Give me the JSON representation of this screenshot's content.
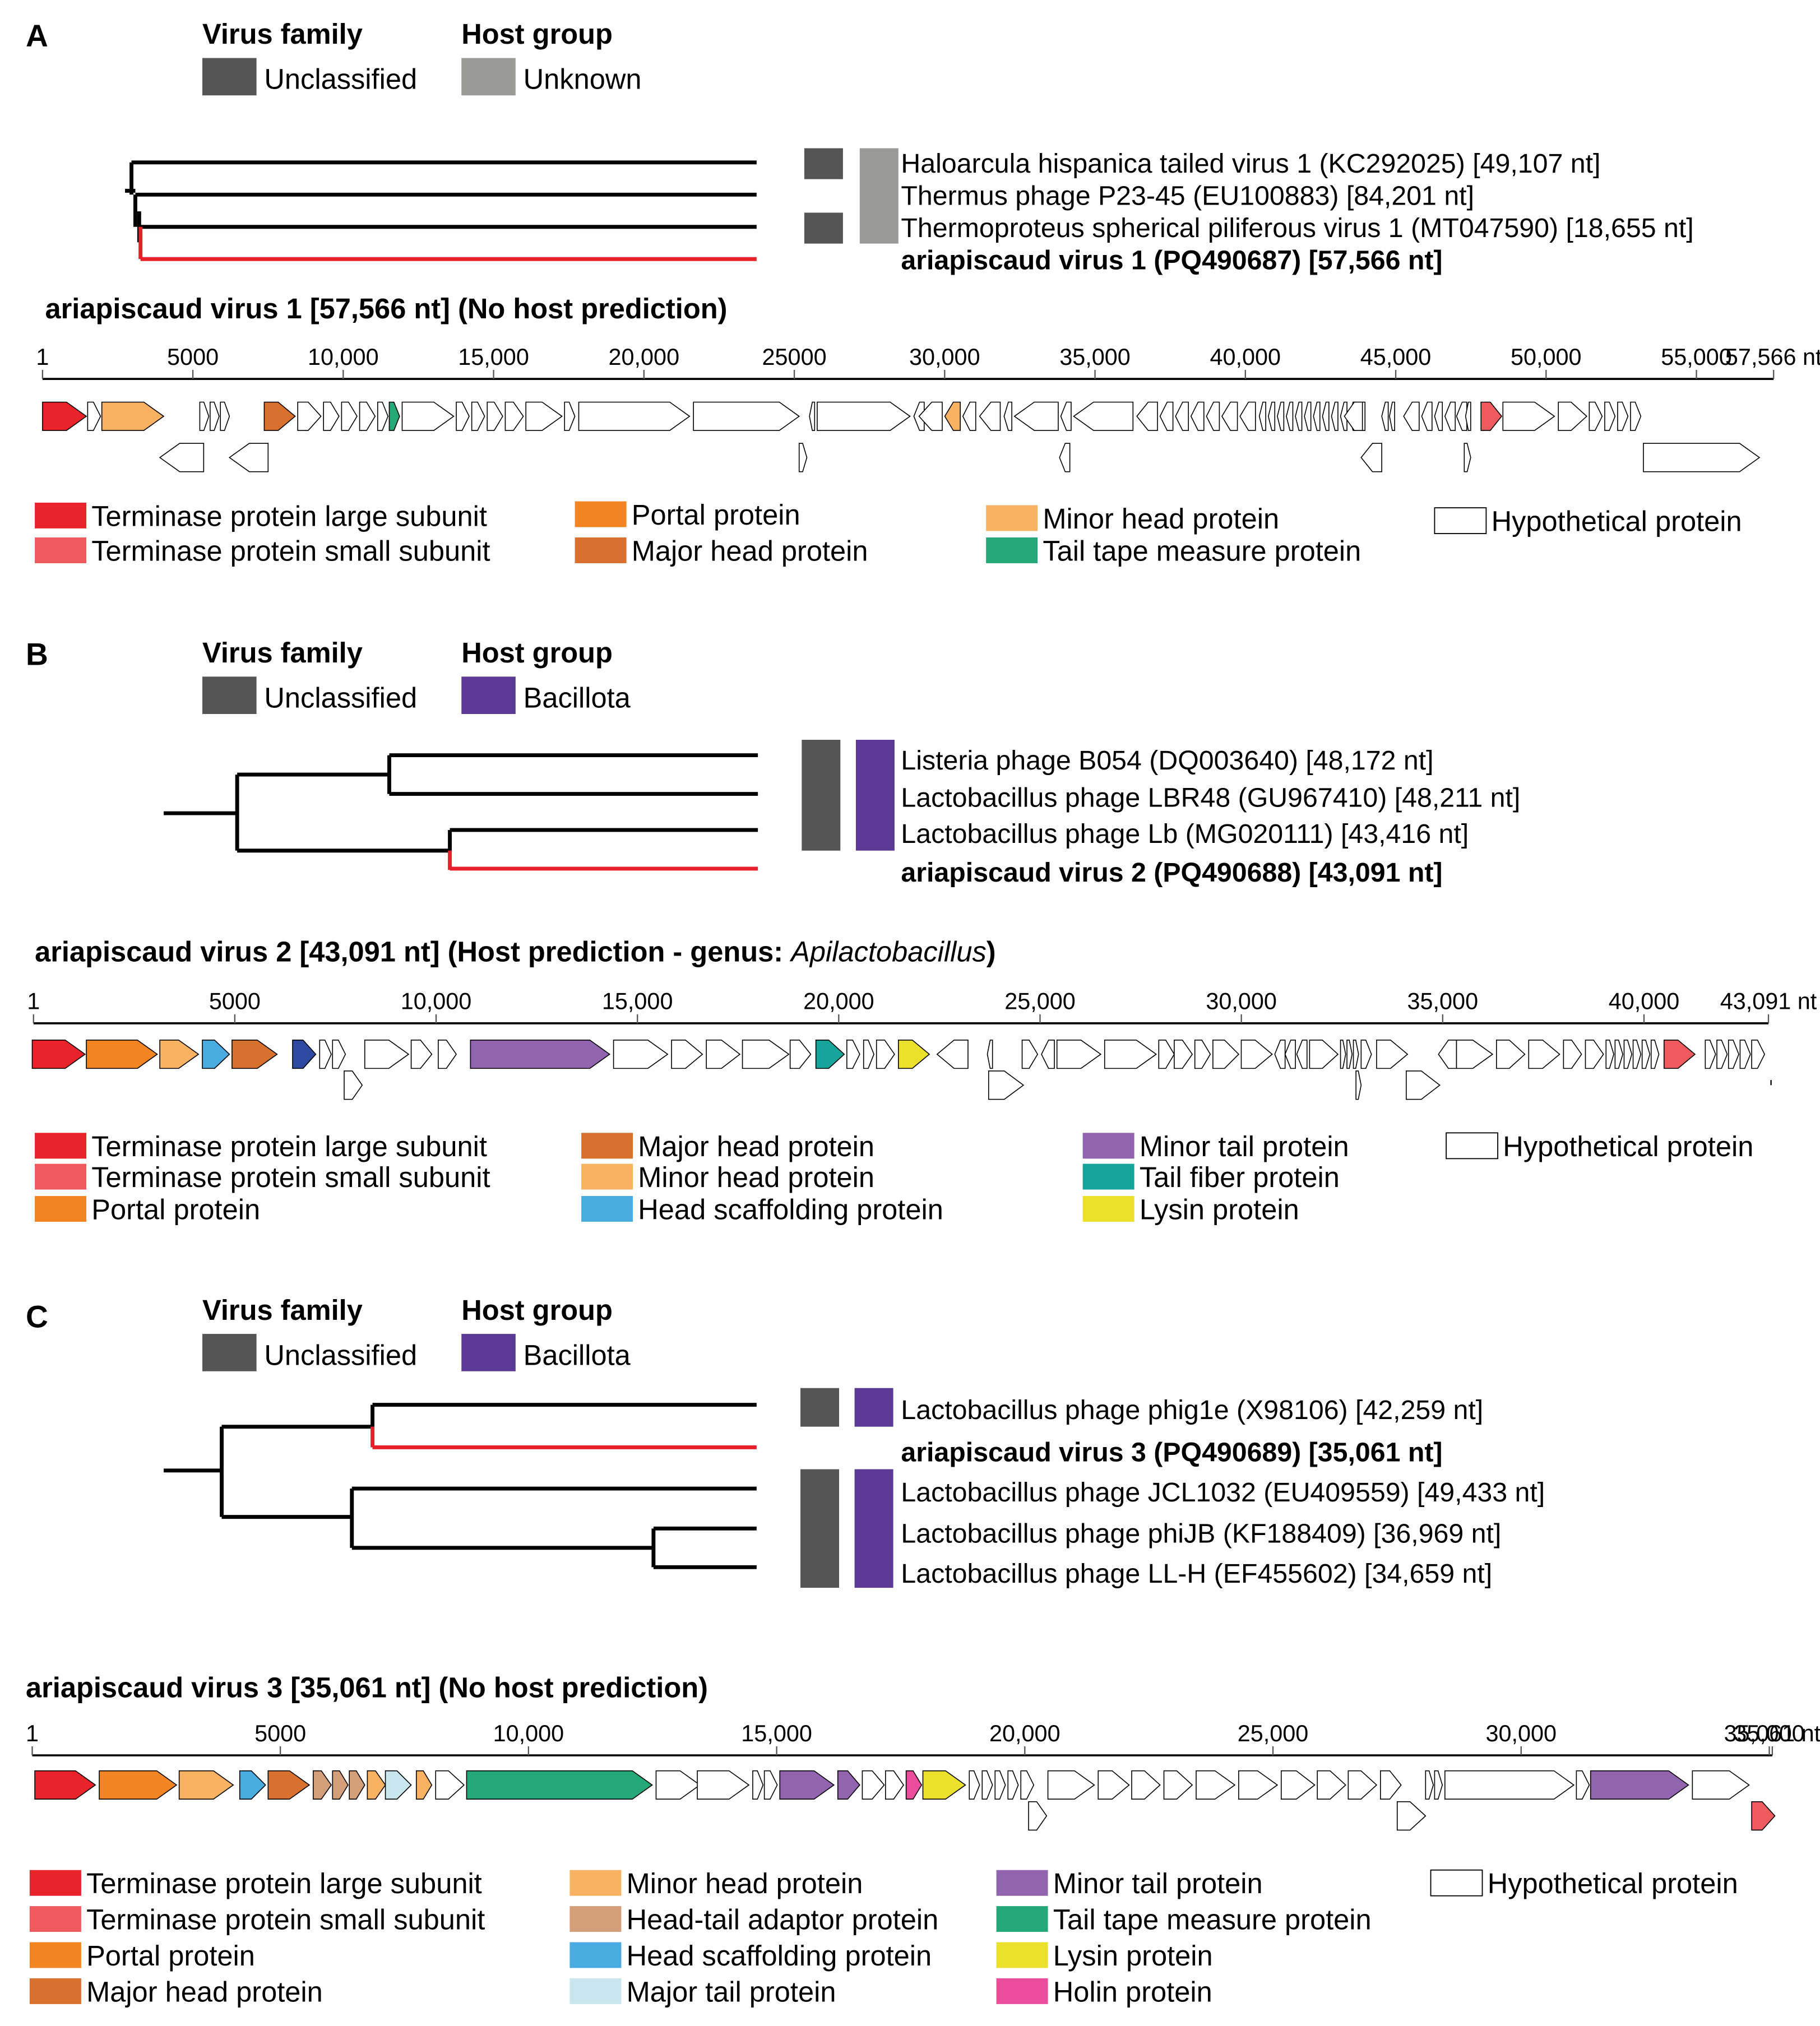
{
  "colors": {
    "unclassified": "#555555",
    "unknown": "#9a9a98",
    "bacillota": "#5b3a96",
    "red_branch": "#e8202a",
    "tls": "#e8232a",
    "tss": "#ef5a5f",
    "portal": "#f28422",
    "major_head": "#d8702e",
    "minor_head": "#f8b261",
    "ttm": "#25a877",
    "head_scaffold": "#4aabe0",
    "minor_tail": "#9263ae",
    "tail_fiber": "#17a59b",
    "lysin": "#ebe02b",
    "head_tail_adaptor": "#d49e78",
    "major_tail": "#c9e6ef",
    "holin": "#eb4d9c",
    "dark_blue": "#2e4aa0",
    "hypothetical": "#ffffff",
    "line": "#000000",
    "axis": "#555555"
  },
  "panels": [
    {
      "letter": "A",
      "virus_family_label": "Virus family",
      "virus_family_value": "Unclassified",
      "host_group_label": "Host group",
      "host_group_value": "Unknown",
      "host_color_key": "unknown",
      "taxa": [
        {
          "label": "Haloarcula hispanica tailed virus 1 (KC292025) [49,107 nt]",
          "bold": false
        },
        {
          "label": "Thermus phage P23-45 (EU100883) [84,201 nt]",
          "bold": false
        },
        {
          "label": "Thermoproteus spherical piliferous virus 1 (MT047590) [18,655 nt]",
          "bold": false
        },
        {
          "label": "ariapiscaud virus 1 (PQ490687) [57,566 nt]",
          "bold": true
        }
      ],
      "genome_title": "ariapiscaud virus 1 [57,566 nt] (No host prediction)",
      "genome_title_parts": [],
      "axis": {
        "genome_length": 57566,
        "ticks": [
          {
            "label": "1",
            "value": 1
          },
          {
            "label": "5000",
            "value": 5000
          },
          {
            "label": "10,000",
            "value": 10000
          },
          {
            "label": "15,000",
            "value": 15000
          },
          {
            "label": "20,000",
            "value": 20000
          },
          {
            "label": "25000",
            "value": 25000
          },
          {
            "label": "30,000",
            "value": 30000
          },
          {
            "label": "35,000",
            "value": 35000
          },
          {
            "label": "40,000",
            "value": 40000
          },
          {
            "label": "45,000",
            "value": 45000
          },
          {
            "label": "50,000",
            "value": 50000
          },
          {
            "label": "55,000",
            "value": 55000
          },
          {
            "label": "57,566 nt",
            "value": 57566
          }
        ]
      },
      "legend": [
        {
          "label": "Terminase protein large subunit",
          "color": "tls"
        },
        {
          "label": "Terminase protein small subunit",
          "color": "tss"
        },
        {
          "label": "Portal protein",
          "color": "portal"
        },
        {
          "label": "Major head protein",
          "color": "major_head"
        },
        {
          "label": "Minor head protein",
          "color": "minor_head"
        },
        {
          "label": "Tail tape measure protein",
          "color": "ttm"
        },
        {
          "label": "Hypothetical protein",
          "color": "hypothetical"
        }
      ]
    },
    {
      "letter": "B",
      "virus_family_label": "Virus family",
      "virus_family_value": "Unclassified",
      "host_group_label": "Host group",
      "host_group_value": "Bacillota",
      "host_color_key": "bacillota",
      "taxa": [
        {
          "label": "Listeria phage B054 (DQ003640) [48,172 nt]",
          "bold": false
        },
        {
          "label": "Lactobacillus phage LBR48 (GU967410) [48,211 nt]",
          "bold": false
        },
        {
          "label": "Lactobacillus phage Lb (MG020111) [43,416 nt]",
          "bold": false
        },
        {
          "label": "ariapiscaud virus 2 (PQ490688) [43,091 nt]",
          "bold": true
        }
      ],
      "genome_title": "",
      "genome_title_parts": [
        {
          "text": "ariapiscaud virus 2  [43,091 nt] (Host prediction - genus: ",
          "style": "b"
        },
        {
          "text": "Apilactobacillus",
          "style": "i"
        },
        {
          "text": ")",
          "style": "b"
        }
      ],
      "axis": {
        "genome_length": 43091,
        "ticks": [
          {
            "label": "1",
            "value": 1
          },
          {
            "label": "5000",
            "value": 5000
          },
          {
            "label": "10,000",
            "value": 10000
          },
          {
            "label": "15,000",
            "value": 15000
          },
          {
            "label": "20,000",
            "value": 20000
          },
          {
            "label": "25,000",
            "value": 25000
          },
          {
            "label": "30,000",
            "value": 30000
          },
          {
            "label": "35,000",
            "value": 35000
          },
          {
            "label": "40,000",
            "value": 40000
          },
          {
            "label": "43,091 nt",
            "value": 43091
          }
        ]
      },
      "legend": [
        {
          "label": "Terminase protein large subunit",
          "color": "tls"
        },
        {
          "label": "Terminase protein small subunit",
          "color": "tss"
        },
        {
          "label": "Portal protein",
          "color": "portal"
        },
        {
          "label": "Major head protein",
          "color": "major_head"
        },
        {
          "label": "Minor head protein",
          "color": "minor_head"
        },
        {
          "label": "Head scaffolding protein",
          "color": "head_scaffold"
        },
        {
          "label": "Minor tail protein",
          "color": "minor_tail"
        },
        {
          "label": "Tail fiber protein",
          "color": "tail_fiber"
        },
        {
          "label": "Lysin protein",
          "color": "lysin"
        },
        {
          "label": "Hypothetical protein",
          "color": "hypothetical"
        }
      ]
    },
    {
      "letter": "C",
      "virus_family_label": "Virus family",
      "virus_family_value": "Unclassified",
      "host_group_label": "Host group",
      "host_group_value": "Bacillota",
      "host_color_key": "bacillota",
      "taxa": [
        {
          "label": "Lactobacillus phage phig1e (X98106) [42,259 nt]",
          "bold": false
        },
        {
          "label": "ariapiscaud virus 3 (PQ490689) [35,061 nt]",
          "bold": true
        },
        {
          "label": "Lactobacillus phage JCL1032 (EU409559) [49,433 nt]",
          "bold": false
        },
        {
          "label": "Lactobacillus phage phiJB (KF188409) [36,969 nt]",
          "bold": false
        },
        {
          "label": "Lactobacillus phage LL-H (EF455602) [34,659 nt]",
          "bold": false
        }
      ],
      "genome_title": "ariapiscaud virus 3 [35,061 nt] (No host prediction)",
      "genome_title_parts": [],
      "axis": {
        "genome_length": 35061,
        "ticks": [
          {
            "label": "1",
            "value": 1
          },
          {
            "label": "5000",
            "value": 5000
          },
          {
            "label": "10,000",
            "value": 10000
          },
          {
            "label": "15,000",
            "value": 15000
          },
          {
            "label": "20,000",
            "value": 20000
          },
          {
            "label": "25,000",
            "value": 25000
          },
          {
            "label": "30,000",
            "value": 30000
          },
          {
            "label": "35,000",
            "value": 35000
          },
          {
            "label": "35,061 nt",
            "value": 35061
          }
        ]
      },
      "legend": [
        {
          "label": "Terminase protein large subunit",
          "color": "tls"
        },
        {
          "label": "Terminase protein small subunit",
          "color": "tss"
        },
        {
          "label": "Portal protein",
          "color": "portal"
        },
        {
          "label": "Major head protein",
          "color": "major_head"
        },
        {
          "label": "Minor head protein",
          "color": "minor_head"
        },
        {
          "label": "Head-tail adaptor protein",
          "color": "head_tail_adaptor"
        },
        {
          "label": "Head scaffolding protein",
          "color": "head_scaffold"
        },
        {
          "label": "Major tail protein",
          "color": "major_tail"
        },
        {
          "label": "Minor tail protein",
          "color": "minor_tail"
        },
        {
          "label": "Tail tape measure protein",
          "color": "ttm"
        },
        {
          "label": "Lysin protein",
          "color": "lysin"
        },
        {
          "label": "Holin protein",
          "color": "holin"
        },
        {
          "label": "Hypothetical protein",
          "color": "hypothetical"
        }
      ]
    }
  ]
}
